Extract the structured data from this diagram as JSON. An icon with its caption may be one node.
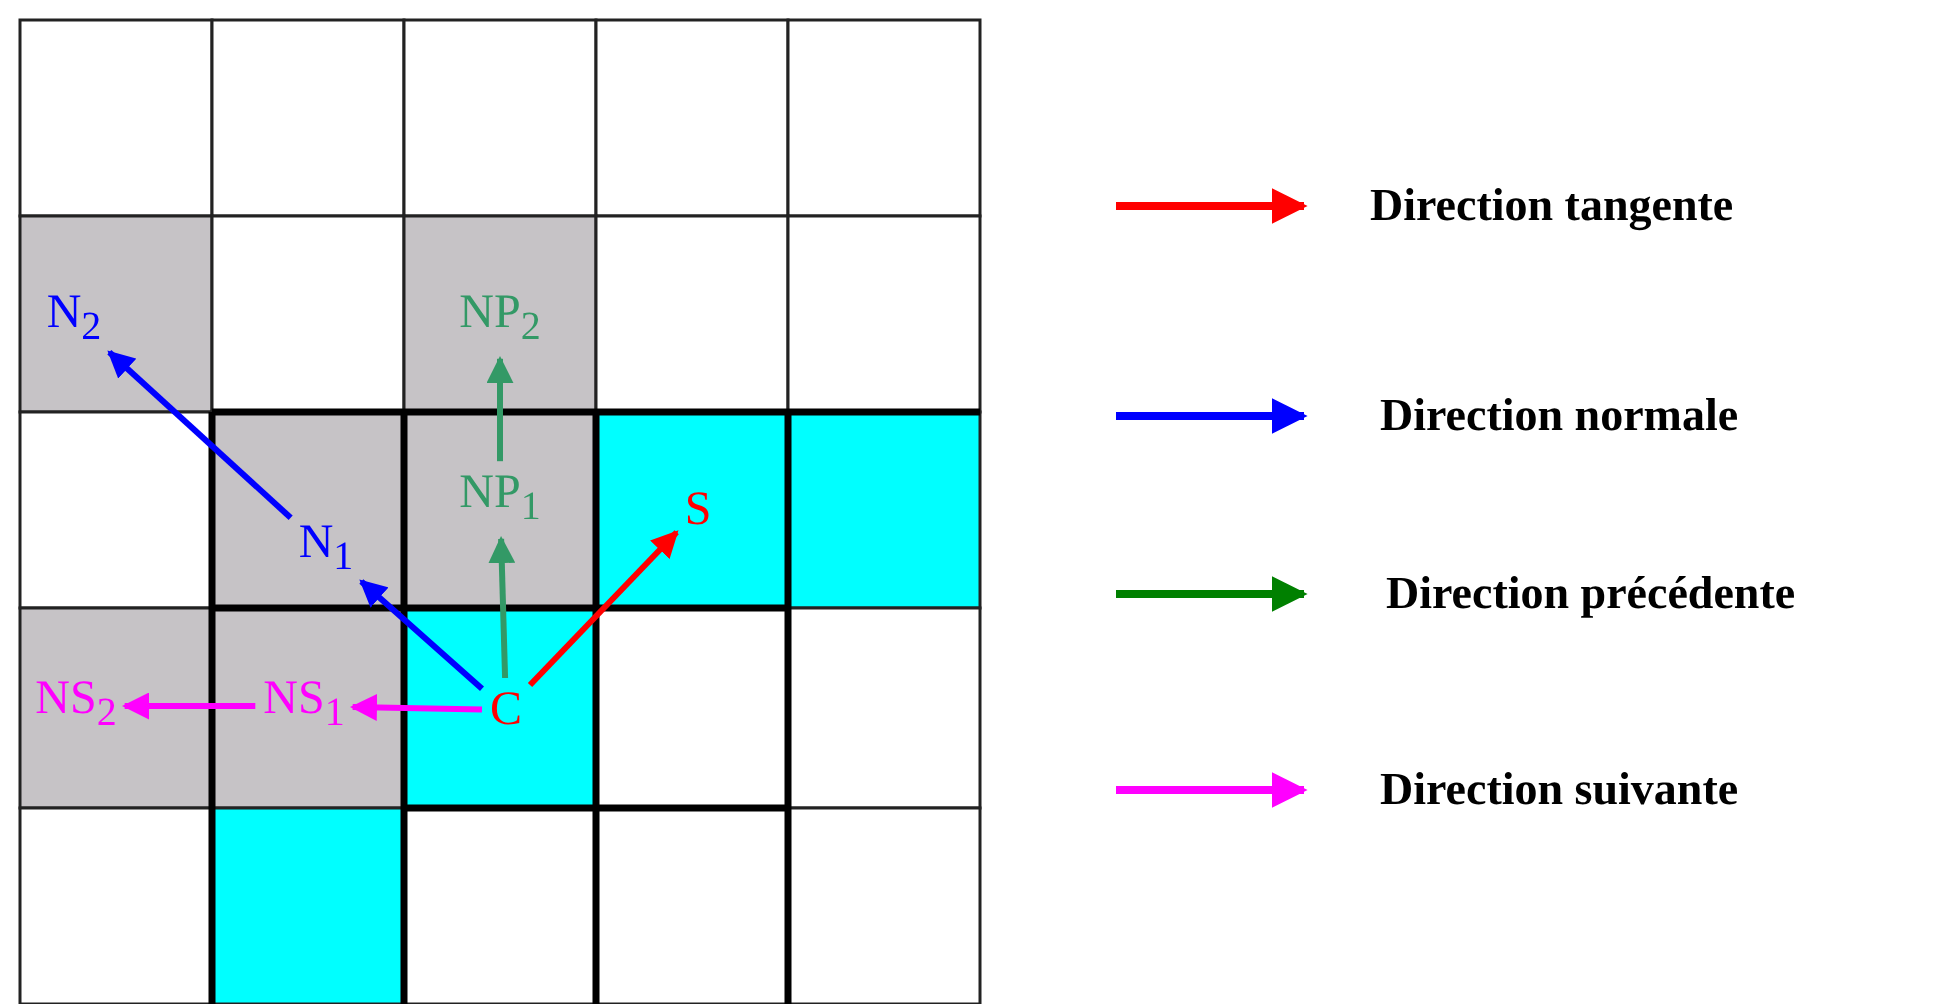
{
  "diagram": {
    "nodes": [
      {
        "text": [
          "C"
        ]
      },
      {
        "text": [
          "S"
        ]
      },
      {
        "text": [
          "N$_{1}$"
        ]
      },
      {
        "text": [
          "N$_{2}$"
        ]
      },
      {
        "text": [
          "NP$_{1}$"
        ]
      },
      {
        "text": [
          "NP$_{2}$"
        ]
      },
      {
        "text": [
          "NS$_{1}$"
        ]
      },
      {
        "text": [
          "NS$_{2}$"
        ]
      }
    ],
    "edges": [
      {
        "from": 0,
        "to": 1,
        "arrow": "to",
        "color": "#ff0000"
      },
      {
        "from": 0,
        "to": 2,
        "arrow": "to",
        "color": "#0000ff"
      },
      {
        "from": 2,
        "to": 3,
        "arrow": "to",
        "color": "#0000ff"
      },
      {
        "from": 0,
        "to": 4,
        "arrow": "to",
        "color": "#339966"
      },
      {
        "from": 4,
        "to": 5,
        "arrow": "to",
        "color": "#339966"
      },
      {
        "from": 0,
        "to": 6,
        "arrow": "to",
        "color": "#ff00ff"
      },
      {
        "from": 6,
        "to": 7,
        "arrow": "to",
        "color": "#ff00ff"
      }
    ],
    "legend": [
      {
        "text": "Direction tangente"
      },
      {
        "text": "Direction normale"
      },
      {
        "text": "Direction précédente"
      },
      {
        "text": "Direction suivante"
      }
    ]
  }
}
